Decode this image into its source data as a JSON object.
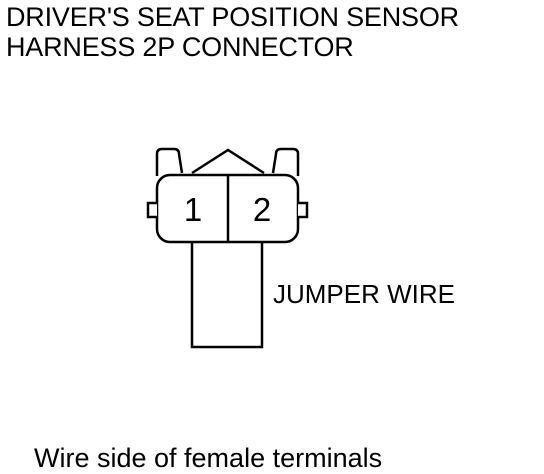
{
  "title": {
    "line1": "DRIVER'S SEAT POSITION SENSOR",
    "line2": "HARNESS 2P CONNECTOR"
  },
  "connector": {
    "pins": [
      "1",
      "2"
    ]
  },
  "jumper_label": "JUMPER WIRE",
  "caption": "Wire side of female terminals"
}
